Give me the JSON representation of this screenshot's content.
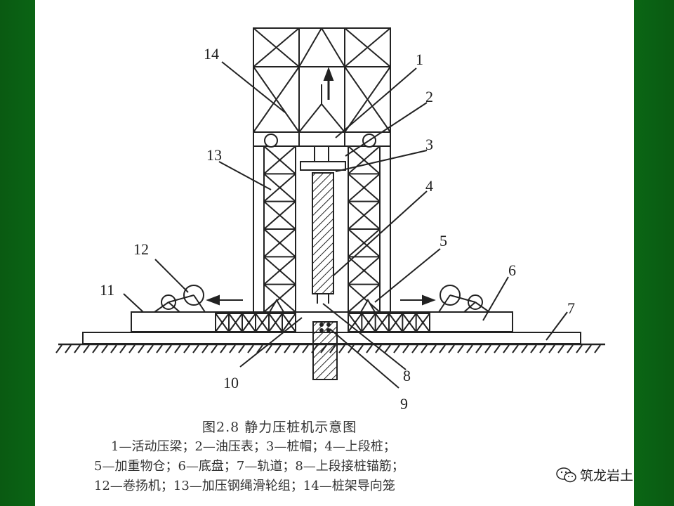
{
  "labels": {
    "n1": "1",
    "n2": "2",
    "n3": "3",
    "n4": "4",
    "n5": "5",
    "n6": "6",
    "n7": "7",
    "n8": "8",
    "n9": "9",
    "n10": "10",
    "n11": "11",
    "n12": "12",
    "n13": "13",
    "n14": "14"
  },
  "caption": {
    "title": "图2.8  静力压桩机示意图",
    "line1": "1—活动压梁；2—油压表；3—桩帽；4—上段桩；",
    "line2": "5—加重物仓；6—底盘；7—轨道；8—上段接桩锚筋；",
    "line3": "12—卷扬机；13—加压钢绳滑轮组；14—桩架导向笼"
  },
  "watermark": {
    "text": "筑龙岩土",
    "icon": "wechat-logo-icon"
  },
  "colors": {
    "background": "#0b6a16",
    "slide": "#ffffff",
    "ink": "#222222"
  }
}
